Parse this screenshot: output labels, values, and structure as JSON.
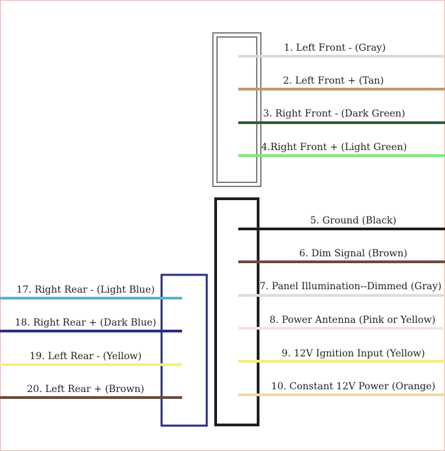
{
  "diagram": {
    "upper_connector_wires": [
      {
        "label": "1. Left Front - (Gray)",
        "color": "#d9d9d9"
      },
      {
        "label": "2. Left Front + (Tan)",
        "color": "#c09a6b"
      },
      {
        "label": "3. Right Front - (Dark Green)",
        "color": "#2f5d3a"
      },
      {
        "label": "4.Right Front + (Light Green)",
        "color": "#7ee87e"
      }
    ],
    "lower_connector_wires": [
      {
        "label": "5. Ground (Black)",
        "color": "#1f1f1f"
      },
      {
        "label": "6. Dim Signal (Brown)",
        "color": "#6b4a3d"
      },
      {
        "label": "7. Panel Illumination--Dimmed (Gray)",
        "color": "#dcdcdc"
      },
      {
        "label": "8. Power Antenna (Pink or Yellow)",
        "color": "#f7e0e0"
      },
      {
        "label": "9. 12V Ignition Input (Yellow)",
        "color": "#f6f07a"
      },
      {
        "label": "10. Constant 12V Power (Orange)",
        "color": "#f2d9a0"
      }
    ],
    "rear_connector_wires": [
      {
        "label": "17. Right Rear - (Light Blue)",
        "color": "#5ab4cc"
      },
      {
        "label": "18. Right Rear + (Dark Blue)",
        "color": "#2b2f80"
      },
      {
        "label": "19. Left Rear - (Yellow)",
        "color": "#f6f07a"
      },
      {
        "label": "20. Left Rear + (Brown)",
        "color": "#6b4a3d"
      }
    ],
    "connector_colors": {
      "upper": "#555555",
      "lower": "#1f1f1f",
      "rear": "#2b2f80"
    }
  }
}
